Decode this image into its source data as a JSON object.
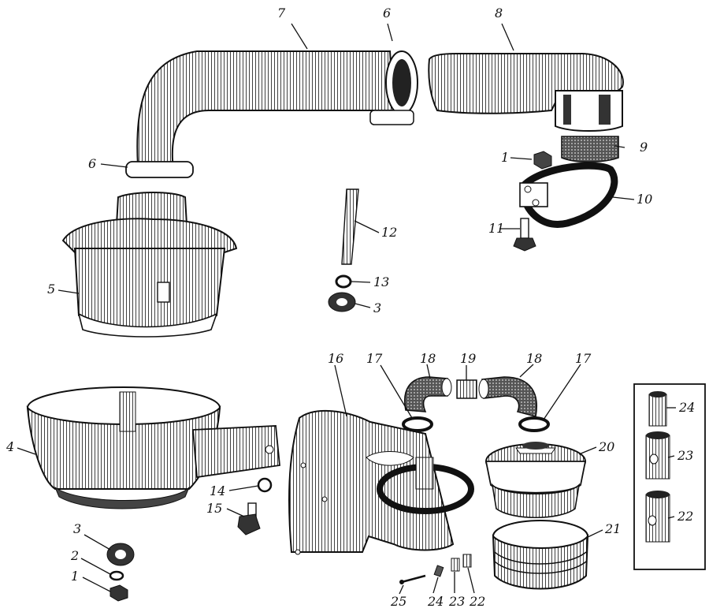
{
  "labels": {
    "l7": "7",
    "l6a": "6",
    "l6b": "6",
    "l8": "8",
    "l9": "9",
    "l1a": "1",
    "l10": "10",
    "l11": "11",
    "l12": "12",
    "l13": "13",
    "l3a": "3",
    "l5": "5",
    "l16": "16",
    "l17a": "17",
    "l18a": "18",
    "l19": "19",
    "l18b": "18",
    "l17b": "17",
    "l20": "20",
    "l4": "4",
    "l14": "14",
    "l15": "15",
    "l3b": "3",
    "l2": "2",
    "l1b": "1",
    "l21": "21",
    "l24a": "24",
    "l23a": "23",
    "l22a": "22",
    "l25": "25",
    "l24b": "24",
    "l23b": "23",
    "l22b": "22"
  },
  "colors": {
    "ink": "#111111",
    "paper": "#ffffff",
    "shade": "#555555"
  }
}
